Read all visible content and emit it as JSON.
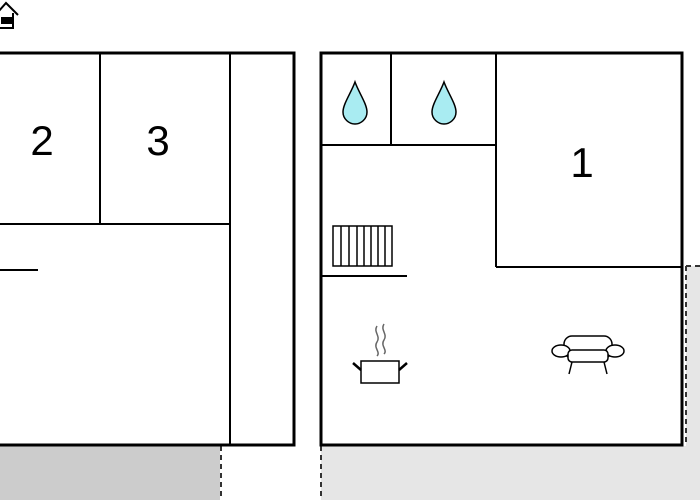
{
  "floorplan": {
    "left_floor": {
      "rooms": [
        {
          "id": "room-2",
          "label": "2"
        },
        {
          "id": "room-3",
          "label": "3"
        }
      ]
    },
    "right_floor": {
      "rooms": [
        {
          "id": "room-1",
          "label": "1"
        }
      ]
    },
    "icons": [
      "house-icon",
      "water-drop-icon",
      "water-drop-icon",
      "stairs-icon",
      "cooking-pot-icon",
      "sofa-icon"
    ],
    "colors": {
      "wall": "#000000",
      "outdoor_area": "#e6e6e6",
      "outdoor_area_dark": "#cccccc",
      "water_drop": "#a9ecf2",
      "dashed_outline": "#333333"
    }
  }
}
